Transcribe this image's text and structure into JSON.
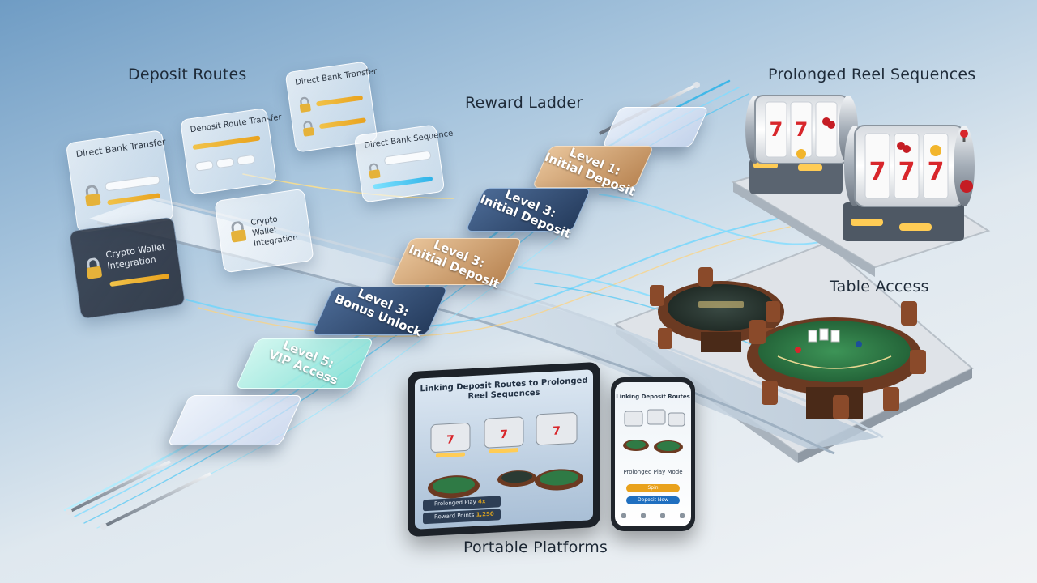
{
  "sections": {
    "deposit_routes": "Deposit Routes",
    "reward_ladder": "Reward Ladder",
    "prolonged_reel_sequences": "Prolonged Reel Sequences",
    "table_access": "Table Access",
    "portable_platforms": "Portable Platforms"
  },
  "deposit_cards": [
    {
      "title": "Direct Bank Transfer"
    },
    {
      "title": "Deposit Route Transfer"
    },
    {
      "title": "Direct Bank Transfer"
    },
    {
      "title": "Direct Bank Sequence"
    },
    {
      "title": "Crypto Wallet Integration"
    },
    {
      "title": "Crypto Wallet Integration"
    }
  ],
  "ladder_levels": [
    {
      "line1": "Level 1:",
      "line2": "Initial Deposit"
    },
    {
      "line1": "Level 3:",
      "line2": "Initial Deposit"
    },
    {
      "line1": "Level 3:",
      "line2": "Initial Deposit"
    },
    {
      "line1": "Level 3:",
      "line2": "Bonus Unlock"
    },
    {
      "line1": "Level 5:",
      "line2": "VIP Access"
    }
  ],
  "reel_symbols": [
    "7",
    "7",
    "7"
  ],
  "tablet": {
    "title": "Linking Deposit Routes to Prolonged Reel Sequences",
    "row1_label": "Prolonged Play",
    "row1_value": "4x",
    "row2_label": "Reward Points",
    "row2_value": "1,250"
  },
  "phone": {
    "title": "Linking Deposit Routes",
    "prompt": "Prolonged Play Mode",
    "button_primary": "Spin",
    "button_secondary": "Deposit Now"
  },
  "colors": {
    "gold": "#e9a21d",
    "cyan_flow": "#4fd3ff",
    "felt_green": "#2f7a45",
    "table_rim": "#6b3a22",
    "reel_red": "#d8262b"
  }
}
